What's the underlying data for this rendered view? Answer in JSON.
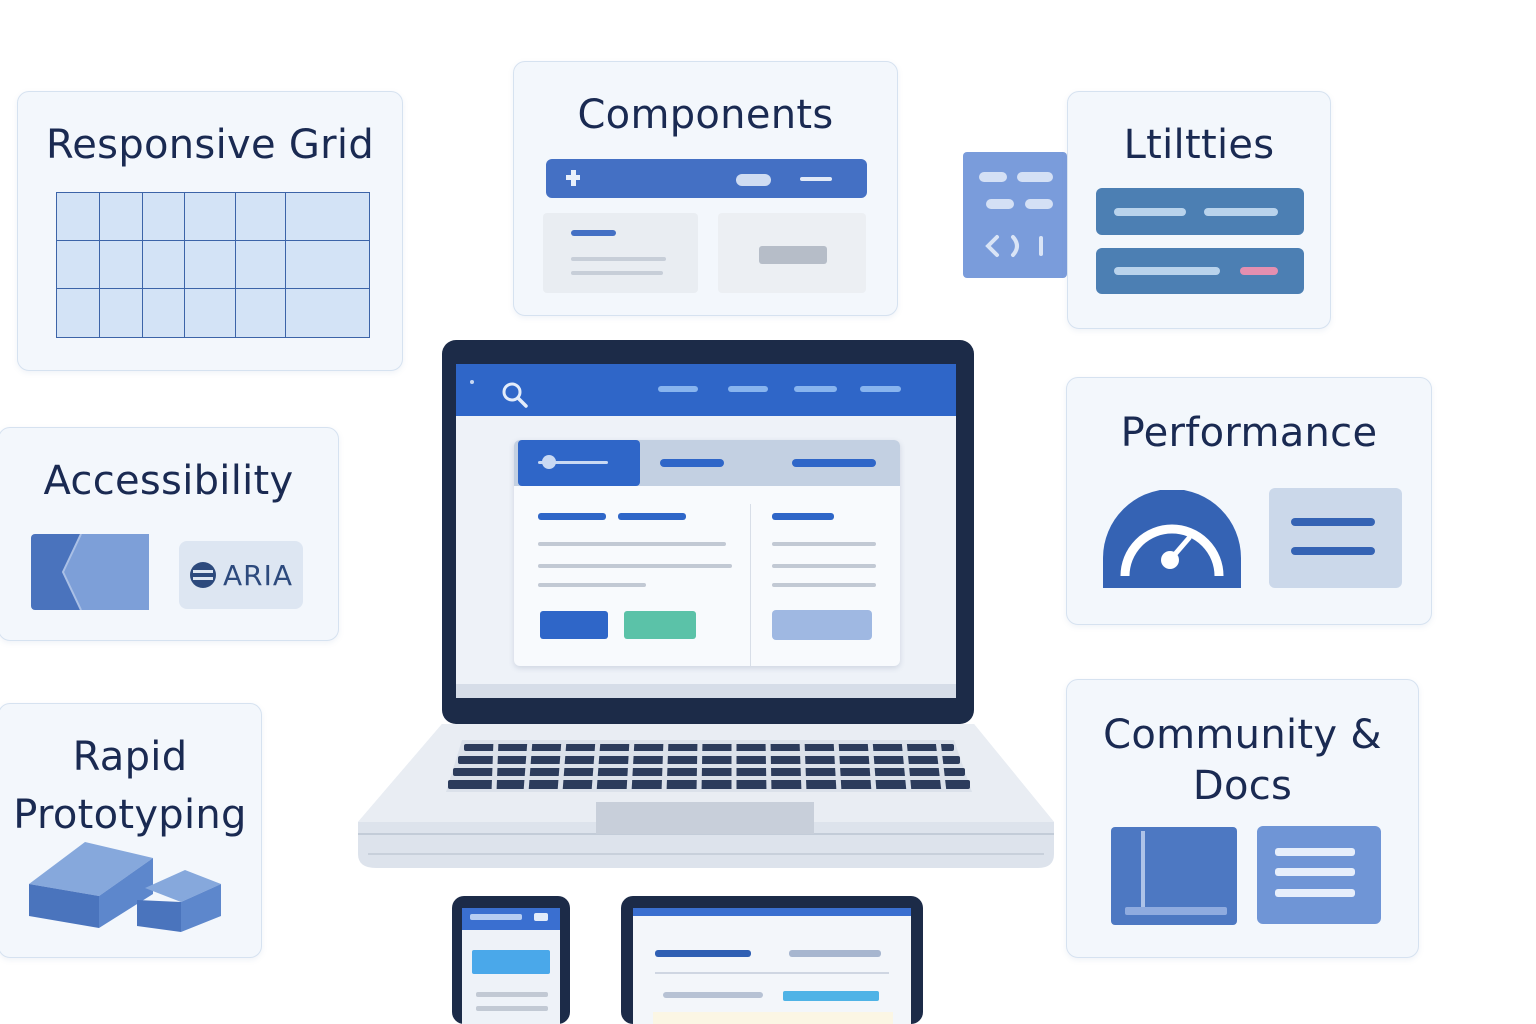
{
  "cards": {
    "grid": {
      "title": "Responsive Grid"
    },
    "components": {
      "title": "Components"
    },
    "utilities": {
      "title": "Ltiltties"
    },
    "accessibility": {
      "title": "Accessibility",
      "badge": "ARIA"
    },
    "performance": {
      "title": "Performance"
    },
    "prototyping": {
      "title_line1": "Rapid",
      "title_line2": "Prototyping"
    },
    "community": {
      "title_line1": "Community &",
      "title_line2": "Docs"
    }
  },
  "colors": {
    "primary": "#3563c5",
    "accent_green": "#5bc2a8",
    "accent_pink": "#e48fb0",
    "card_bg": "#f3f7fc",
    "dark_frame": "#1c2b48"
  },
  "icons": [
    "search-icon",
    "gauge-icon",
    "book-icon",
    "document-icon",
    "cube-icon",
    "contrast-icon"
  ]
}
